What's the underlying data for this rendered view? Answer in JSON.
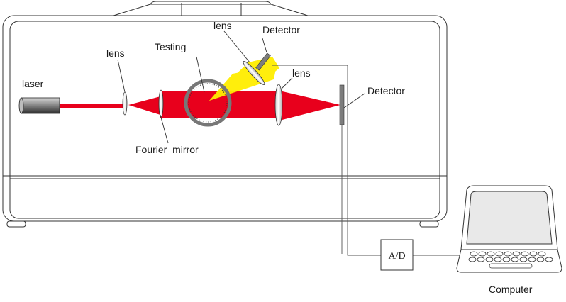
{
  "labels": {
    "lens_1": "lens",
    "lens_top": "lens",
    "lens_right": "lens",
    "laser": "laser",
    "testing": "Testing",
    "detector_top": "Detector",
    "detector_right": "Detector",
    "fourier_mirror": "Fourier  mirror",
    "ad_converter": "A/D",
    "computer": "Computer"
  },
  "colors": {
    "beam": "#e8001c",
    "scatter": "#ffee00",
    "outline": "#333333"
  },
  "icons": [
    "laser-icon",
    "lens-icon",
    "detector-icon",
    "laptop-icon",
    "sample-cell-icon"
  ]
}
